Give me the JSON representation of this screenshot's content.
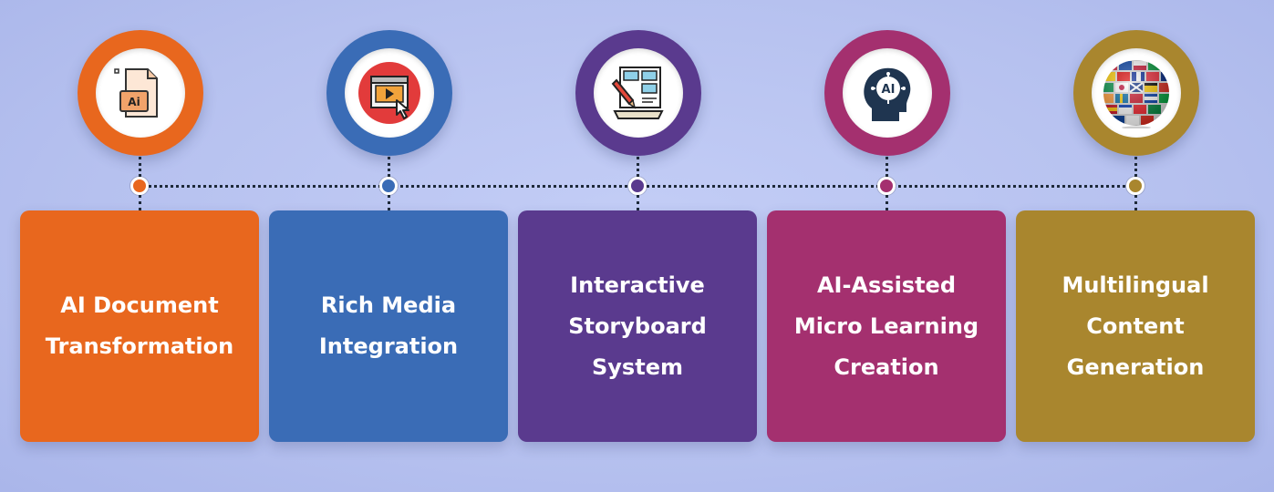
{
  "steps": [
    {
      "id": "ai-document-transformation",
      "title": "AI Document\nTransformation",
      "color": "#e8671e",
      "icon": "ai-file-icon"
    },
    {
      "id": "rich-media-integration",
      "title": "Rich Media\nIntegration",
      "color": "#3a6cb6",
      "icon": "video-player-click-icon"
    },
    {
      "id": "interactive-storyboard-system",
      "title": "Interactive\nStoryboard\nSystem",
      "color": "#5a3a8e",
      "icon": "storyboard-pencil-icon"
    },
    {
      "id": "ai-assisted-micro-learning-creation",
      "title": "AI-Assisted\nMicro Learning\nCreation",
      "color": "#a4306f",
      "icon": "ai-brain-head-icon"
    },
    {
      "id": "multilingual-content-generation",
      "title": "Multilingual\nContent\nGeneration",
      "color": "#a9862e",
      "icon": "flag-globe-icon"
    }
  ],
  "icon_labels": {
    "ai_file": "Ai",
    "ai_head": "AI"
  }
}
